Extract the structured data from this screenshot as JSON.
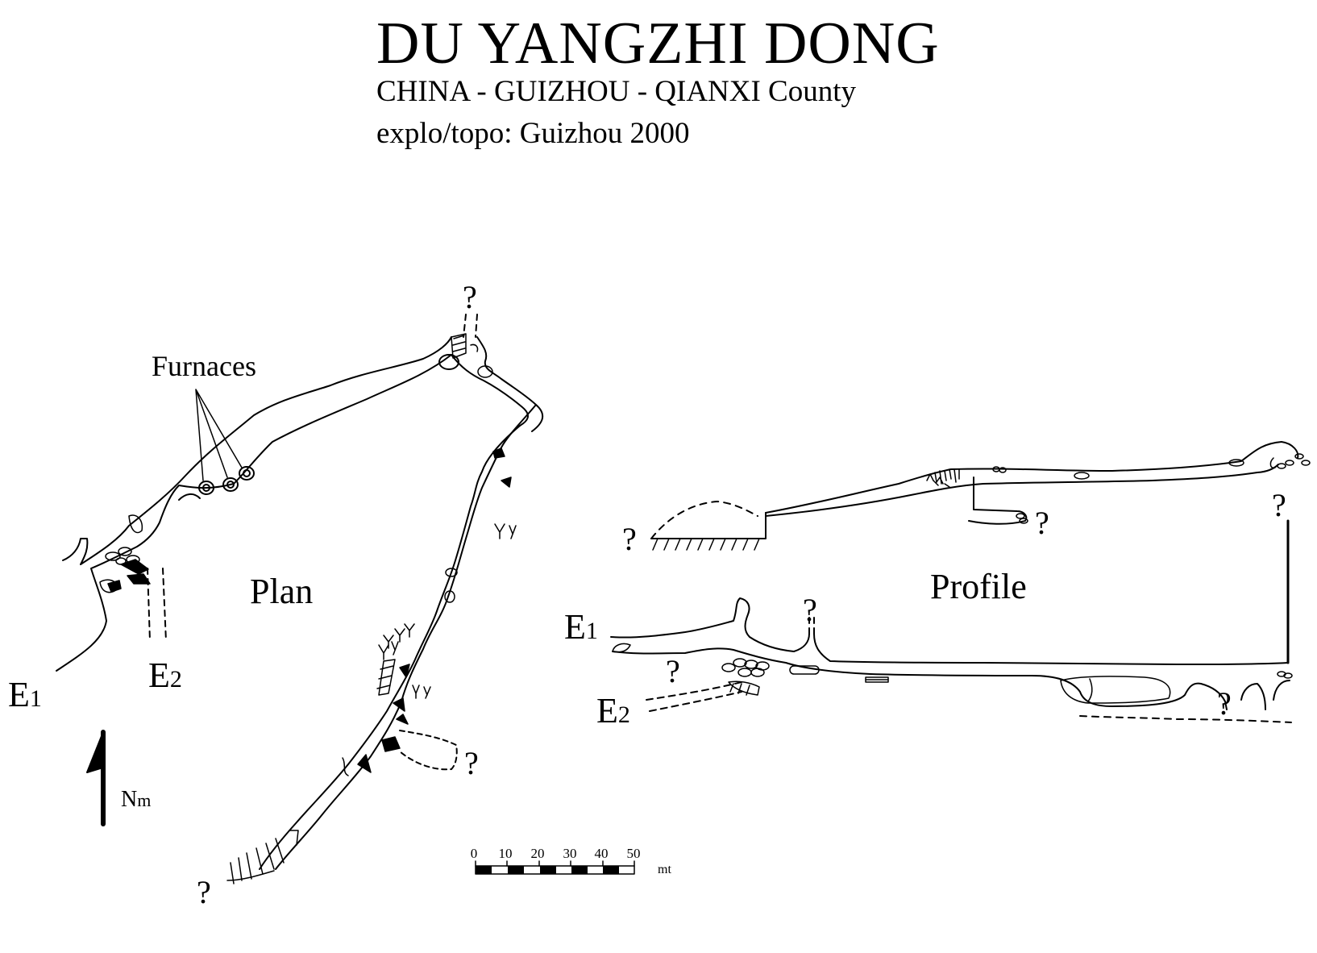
{
  "header": {
    "title": "DU YANGZHI DONG",
    "location": "CHINA - GUIZHOU - QIANXI County",
    "credits": "explo/topo: Guizhou 2000"
  },
  "plan": {
    "label": "Plan",
    "furnaces_label": "Furnaces",
    "entrance_e1": {
      "letter": "E",
      "index": "1"
    },
    "entrance_e2": {
      "letter": "E",
      "index": "2"
    },
    "unknown_marker": "?"
  },
  "profile": {
    "label": "Profile",
    "entrance_e1": {
      "letter": "E",
      "index": "1"
    },
    "entrance_e2": {
      "letter": "E",
      "index": "2"
    },
    "unknown_marker": "?"
  },
  "north_arrow": {
    "letter": "N",
    "suffix": "m"
  },
  "scale_bar": {
    "ticks": [
      "0",
      "10",
      "20",
      "30",
      "40",
      "50"
    ],
    "unit": "mt"
  },
  "colors": {
    "ink": "#000000",
    "paper": "#ffffff"
  }
}
